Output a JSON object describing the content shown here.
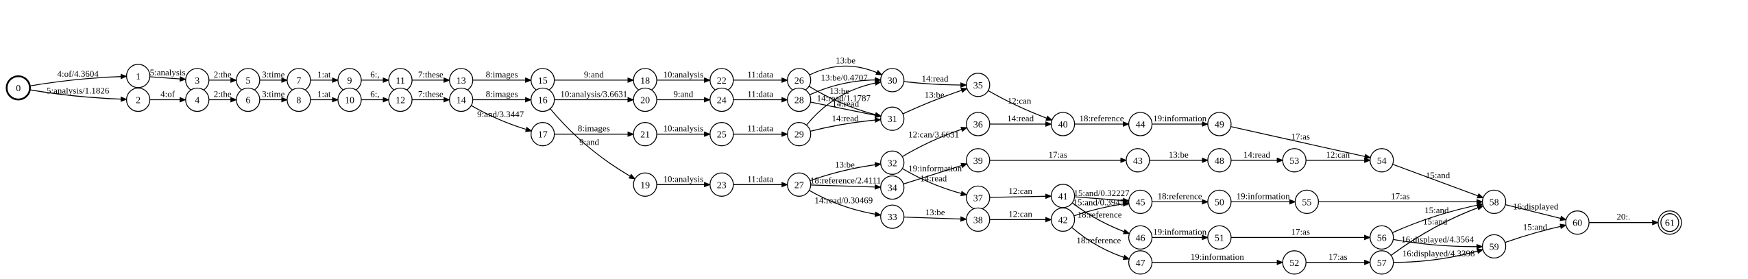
{
  "graph": {
    "start_state": "0",
    "final_states": [
      "61"
    ],
    "states": [
      "0",
      "1",
      "2",
      "3",
      "4",
      "5",
      "6",
      "7",
      "8",
      "9",
      "10",
      "11",
      "12",
      "13",
      "14",
      "15",
      "16",
      "17",
      "18",
      "19",
      "20",
      "21",
      "22",
      "23",
      "24",
      "25",
      "26",
      "27",
      "28",
      "29",
      "30",
      "31",
      "32",
      "33",
      "34",
      "35",
      "36",
      "37",
      "38",
      "39",
      "40",
      "41",
      "42",
      "43",
      "44",
      "45",
      "46",
      "47",
      "48",
      "49",
      "50",
      "51",
      "52",
      "53",
      "54",
      "55",
      "56",
      "57",
      "58",
      "59",
      "60",
      "61"
    ],
    "transitions": [
      {
        "from": "0",
        "to": "1",
        "label": "4:of/4.3604"
      },
      {
        "from": "0",
        "to": "2",
        "label": "5:analysis/1.1826"
      },
      {
        "from": "1",
        "to": "3",
        "label": "5:analysis"
      },
      {
        "from": "2",
        "to": "4",
        "label": "4:of"
      },
      {
        "from": "3",
        "to": "5",
        "label": "2:the"
      },
      {
        "from": "4",
        "to": "6",
        "label": "2:the"
      },
      {
        "from": "5",
        "to": "7",
        "label": "3:time"
      },
      {
        "from": "6",
        "to": "8",
        "label": "3:time"
      },
      {
        "from": "7",
        "to": "9",
        "label": "1:at"
      },
      {
        "from": "8",
        "to": "10",
        "label": "1:at"
      },
      {
        "from": "9",
        "to": "11",
        "label": "6:,"
      },
      {
        "from": "10",
        "to": "12",
        "label": "6:,"
      },
      {
        "from": "11",
        "to": "13",
        "label": "7:these"
      },
      {
        "from": "12",
        "to": "14",
        "label": "7:these"
      },
      {
        "from": "13",
        "to": "15",
        "label": "8:images"
      },
      {
        "from": "14",
        "to": "16",
        "label": "8:images"
      },
      {
        "from": "14",
        "to": "17",
        "label": "9:and/3.3447"
      },
      {
        "from": "15",
        "to": "18",
        "label": "9:and"
      },
      {
        "from": "16",
        "to": "20",
        "label": "10:analysis/3.6631"
      },
      {
        "from": "16",
        "to": "19",
        "label": "9:and"
      },
      {
        "from": "17",
        "to": "21",
        "label": "8:images"
      },
      {
        "from": "18",
        "to": "22",
        "label": "10:analysis"
      },
      {
        "from": "20",
        "to": "24",
        "label": "9:and"
      },
      {
        "from": "21",
        "to": "25",
        "label": "10:analysis"
      },
      {
        "from": "19",
        "to": "23",
        "label": "10:analysis"
      },
      {
        "from": "22",
        "to": "26",
        "label": "11:data"
      },
      {
        "from": "24",
        "to": "28",
        "label": "11:data"
      },
      {
        "from": "25",
        "to": "29",
        "label": "11:data"
      },
      {
        "from": "23",
        "to": "27",
        "label": "11:data"
      },
      {
        "from": "26",
        "to": "30",
        "label": "13:be"
      },
      {
        "from": "26",
        "to": "31",
        "label": "14:read/1.1787"
      },
      {
        "from": "28",
        "to": "30",
        "label": "13:be/0.4707"
      },
      {
        "from": "28",
        "to": "31",
        "label": "14:read"
      },
      {
        "from": "29",
        "to": "30",
        "label": "13:be"
      },
      {
        "from": "29",
        "to": "31",
        "label": "14:read"
      },
      {
        "from": "27",
        "to": "32",
        "label": "13:be"
      },
      {
        "from": "27",
        "to": "34",
        "label": "18:reference/2.4111"
      },
      {
        "from": "27",
        "to": "33",
        "label": "14:read/0.30469"
      },
      {
        "from": "30",
        "to": "35",
        "label": "14:read"
      },
      {
        "from": "31",
        "to": "35",
        "label": "13:be"
      },
      {
        "from": "32",
        "to": "36",
        "label": "12:can/3.6631"
      },
      {
        "from": "32",
        "to": "37",
        "label": "14:read"
      },
      {
        "from": "34",
        "to": "39",
        "label": "19:information"
      },
      {
        "from": "33",
        "to": "38",
        "label": "13:be"
      },
      {
        "from": "35",
        "to": "40",
        "label": "12:can"
      },
      {
        "from": "36",
        "to": "40",
        "label": "14:read"
      },
      {
        "from": "39",
        "to": "43",
        "label": "17:as"
      },
      {
        "from": "37",
        "to": "41",
        "label": "12:can"
      },
      {
        "from": "38",
        "to": "42",
        "label": "12:can"
      },
      {
        "from": "40",
        "to": "44",
        "label": "18:reference"
      },
      {
        "from": "43",
        "to": "48",
        "label": "13:be"
      },
      {
        "from": "41",
        "to": "45",
        "label": "15:and/0.32227"
      },
      {
        "from": "41",
        "to": "46",
        "label": "18:reference"
      },
      {
        "from": "42",
        "to": "45",
        "label": "15:and/0.39453"
      },
      {
        "from": "42",
        "to": "47",
        "label": "18:reference"
      },
      {
        "from": "44",
        "to": "49",
        "label": "19:information"
      },
      {
        "from": "48",
        "to": "53",
        "label": "14:read"
      },
      {
        "from": "45",
        "to": "50",
        "label": "18:reference"
      },
      {
        "from": "46",
        "to": "51",
        "label": "19:information"
      },
      {
        "from": "47",
        "to": "52",
        "label": "19:information"
      },
      {
        "from": "49",
        "to": "54",
        "label": "17:as"
      },
      {
        "from": "53",
        "to": "54",
        "label": "12:can"
      },
      {
        "from": "50",
        "to": "55",
        "label": "19:information"
      },
      {
        "from": "51",
        "to": "56",
        "label": "17:as"
      },
      {
        "from": "52",
        "to": "57",
        "label": "17:as"
      },
      {
        "from": "54",
        "to": "58",
        "label": "15:and"
      },
      {
        "from": "55",
        "to": "58",
        "label": "17:as"
      },
      {
        "from": "56",
        "to": "58",
        "label": "15:and"
      },
      {
        "from": "56",
        "to": "59",
        "label": "16:displayed/4.3564"
      },
      {
        "from": "57",
        "to": "58",
        "label": "15:and"
      },
      {
        "from": "57",
        "to": "59",
        "label": "16:displayed/4.3398"
      },
      {
        "from": "58",
        "to": "60",
        "label": "16:displayed"
      },
      {
        "from": "59",
        "to": "60",
        "label": "15:and"
      },
      {
        "from": "60",
        "to": "61",
        "label": "20:."
      }
    ]
  }
}
